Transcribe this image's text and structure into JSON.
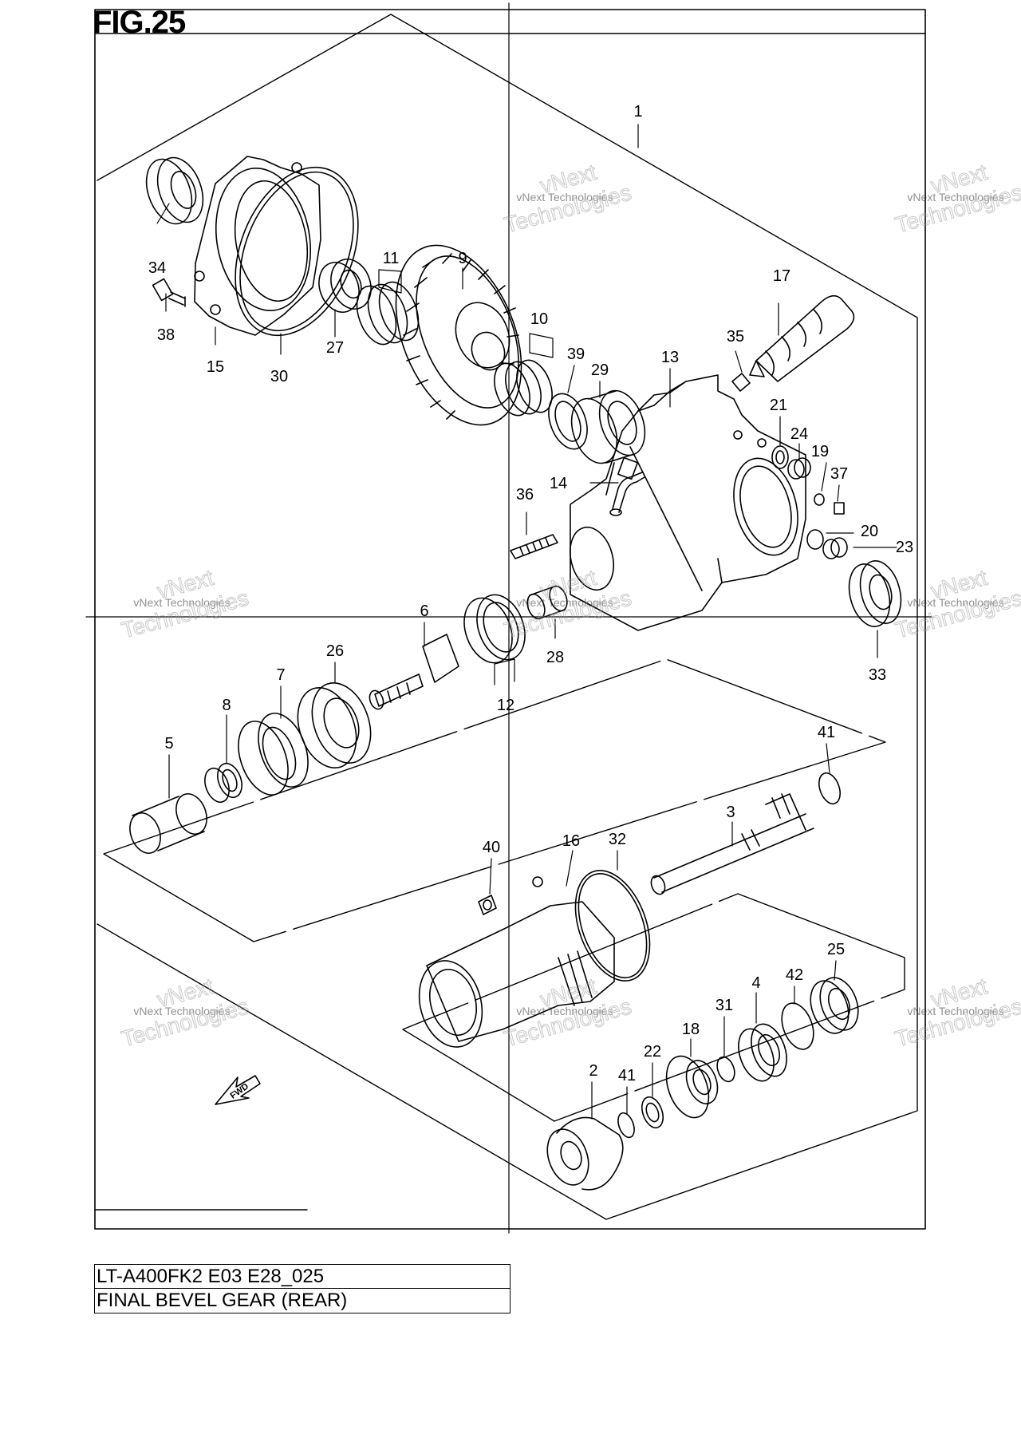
{
  "figure": {
    "label": "FIG.25",
    "model_code": "LT-A400FK2 E03 E28_025",
    "title": "FINAL BEVEL GEAR (REAR)"
  },
  "watermark": {
    "text": "vNext Technologies",
    "big_text": "vNext\nTechnologies"
  },
  "fwd_marker": {
    "text": "FWD"
  },
  "callouts": [
    "1",
    "2",
    "3",
    "4",
    "5",
    "6",
    "7",
    "8",
    "9",
    "10",
    "11",
    "12",
    "13",
    "14",
    "15",
    "16",
    "17",
    "18",
    "19",
    "20",
    "21",
    "22",
    "23",
    "24",
    "25",
    "26",
    "27",
    "28",
    "29",
    "30",
    "31",
    "32",
    "33",
    "34",
    "35",
    "36",
    "37",
    "38",
    "39",
    "40",
    "41",
    "41",
    "42"
  ]
}
